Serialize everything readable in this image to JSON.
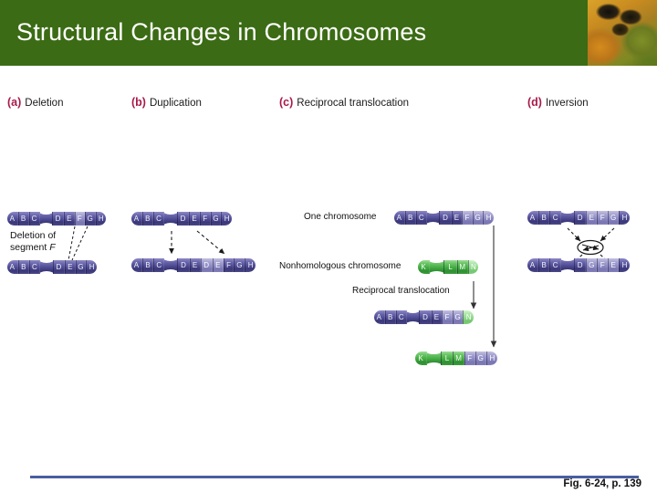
{
  "header": {
    "title": "Structural Changes in Chromosomes",
    "bg_color": "#3b6b14",
    "photo_alt": "bees-photo-thumbnail"
  },
  "footer": {
    "caption": "Fig. 6-24, p. 139",
    "rule_color": "#4a5fa0"
  },
  "colors": {
    "panel_letter": "#a81a4a",
    "chromosome_purple": "#4e4a93",
    "chromosome_purple_highlight": "#8b88c2",
    "chromosome_green": "#43ab42",
    "chromosome_green_highlight": "#8ad786",
    "text": "#111111"
  },
  "panels": [
    {
      "letter": "(a)",
      "title": "Deletion",
      "note_line1": "Deletion of",
      "note_line2_prefix": "segment ",
      "note_line2_italic": "F",
      "chromosomes": [
        {
          "name": "",
          "segments": [
            "A",
            "B",
            "C",
            "",
            "D",
            "E",
            "F",
            "G",
            "H"
          ],
          "highlighted": [
            "F"
          ],
          "color": "purple"
        },
        {
          "name": "",
          "segments": [
            "A",
            "B",
            "C",
            "",
            "D",
            "E",
            "G",
            "H"
          ],
          "highlighted": [],
          "color": "purple"
        }
      ]
    },
    {
      "letter": "(b)",
      "title": "Duplication",
      "chromosomes": [
        {
          "name": "",
          "segments": [
            "A",
            "B",
            "C",
            "",
            "D",
            "E",
            "F",
            "G",
            "H"
          ],
          "highlighted": [],
          "color": "purple"
        },
        {
          "name": "",
          "segments": [
            "A",
            "B",
            "C",
            "",
            "D",
            "E",
            "D",
            "E",
            "F",
            "G",
            "H"
          ],
          "highlighted": [
            "D2",
            "E2"
          ],
          "color": "purple"
        }
      ]
    },
    {
      "letter": "(c)",
      "title": "Reciprocal translocation",
      "label_one_chromosome": "One chromosome",
      "label_nonhomologous": "Nonhomologous chromosome",
      "label_process": "Reciprocal translocation",
      "chromosomes": [
        {
          "name": "One chromosome",
          "segments": [
            "A",
            "B",
            "C",
            "",
            "D",
            "E",
            "F",
            "G",
            "H"
          ],
          "highlighted": [
            "F",
            "G",
            "H"
          ],
          "color": "purple"
        },
        {
          "name": "Nonhomologous chromosome",
          "segments": [
            "K",
            "",
            "L",
            "M",
            "N"
          ],
          "highlighted": [
            "N"
          ],
          "color": "green"
        },
        {
          "name": "",
          "segments": [
            "A",
            "B",
            "C",
            "",
            "D",
            "E",
            "F",
            "G",
            "N"
          ],
          "highlighted": [
            "F",
            "G",
            "N"
          ],
          "color": "purple-green"
        },
        {
          "name": "",
          "segments": [
            "K",
            "",
            "L",
            "M",
            "F",
            "G",
            "H"
          ],
          "highlighted": [
            "F",
            "G",
            "H"
          ],
          "color": "green-purple"
        }
      ]
    },
    {
      "letter": "(d)",
      "title": "Inversion",
      "chromosomes": [
        {
          "name": "",
          "segments": [
            "A",
            "B",
            "C",
            "",
            "D",
            "E",
            "F",
            "G",
            "H"
          ],
          "highlighted": [
            "E",
            "F",
            "G"
          ],
          "color": "purple"
        },
        {
          "name": "",
          "segments": [
            "A",
            "B",
            "C",
            "",
            "D",
            "G",
            "F",
            "E",
            "H"
          ],
          "highlighted": [
            "G",
            "F",
            "E"
          ],
          "color": "purple"
        }
      ]
    }
  ]
}
